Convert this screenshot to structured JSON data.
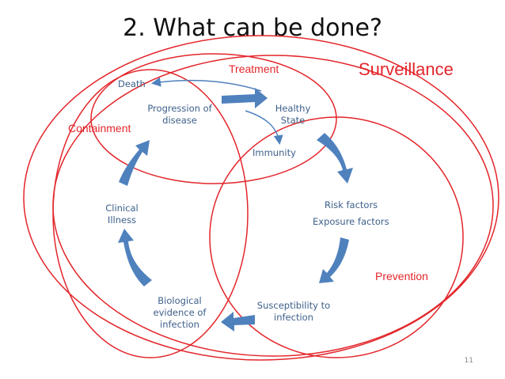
{
  "slide": {
    "title": "2. What can be done?",
    "page_number": "11"
  },
  "cycle": {
    "death": "Death",
    "progression": [
      "Progression of",
      "disease"
    ],
    "healthy": [
      "Healthy",
      "State"
    ],
    "immunity": "Immunity",
    "risk": "Risk factors",
    "exposure": "Exposure factors",
    "susceptibility": [
      "Susceptibility to",
      "infection"
    ],
    "biological": [
      "Biological",
      "evidence of",
      "infection"
    ],
    "clinical": [
      "Clinical",
      "Illness"
    ]
  },
  "regions": {
    "treatment": "Treatment",
    "surveillance": "Surveillance",
    "containment": "Containment",
    "prevention": "Prevention"
  },
  "colors": {
    "arrow": "#4f81bd",
    "region": "#e3262b",
    "label": "#3d5f8a"
  }
}
